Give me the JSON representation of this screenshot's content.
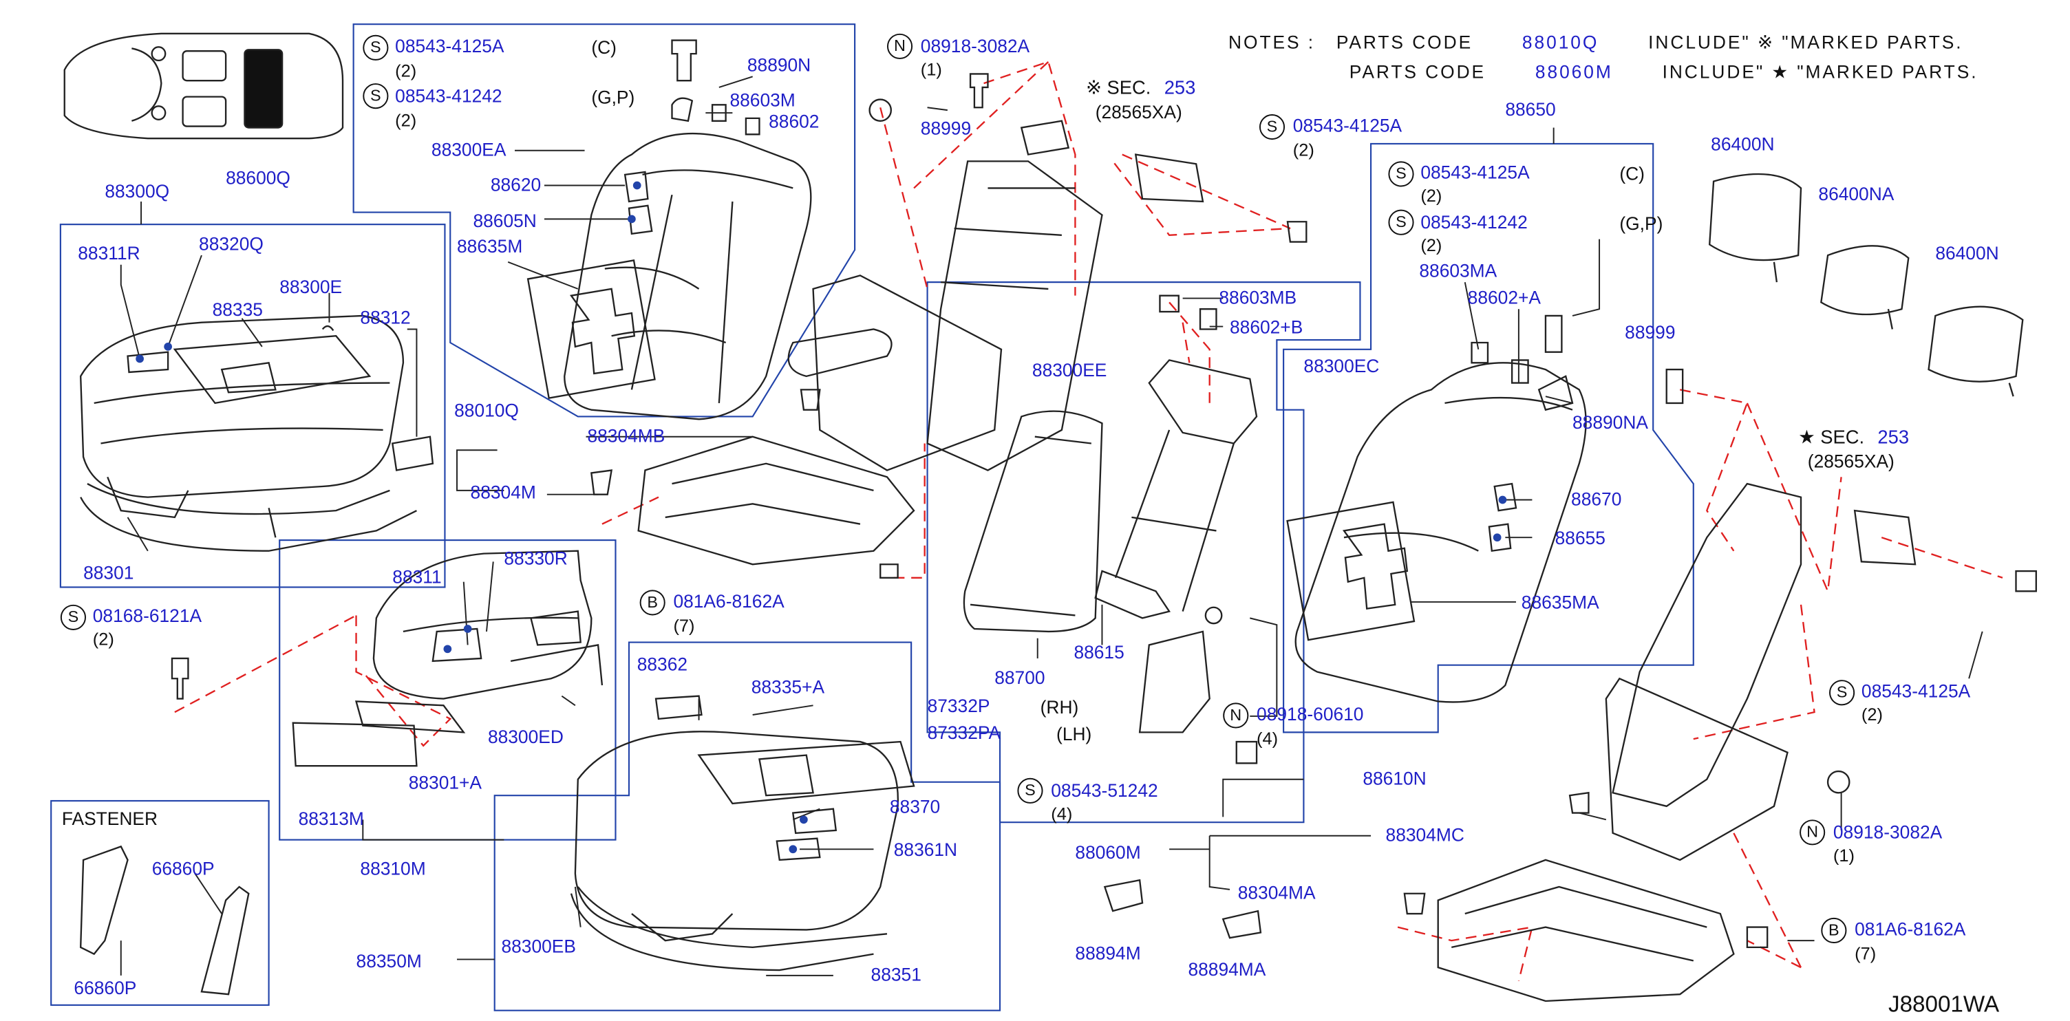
{
  "figure_code": "J88001WA",
  "notes": {
    "prefix": "NOTES :",
    "line1_text": "PARTS CODE",
    "line1_code": "88010Q",
    "line1_rest": "INCLUDE\" ※ \"MARKED PARTS.",
    "line2_text": "PARTS CODE",
    "line2_code": "88060M",
    "line2_rest": "INCLUDE\" ★ \"MARKED PARTS."
  },
  "sections": [
    {
      "mark": "※",
      "label": "SEC.",
      "num": "253",
      "sub": "(28565XA)"
    },
    {
      "mark": "★",
      "label": "SEC.",
      "num": "253",
      "sub": "(28565XA)"
    }
  ],
  "fastener_title": "FASTENER",
  "parts": [
    "88600Q",
    "88300Q",
    "88311R",
    "88320Q",
    "88335",
    "88300E",
    "88312",
    "88301",
    "88010Q",
    "88304MB",
    "88304M",
    "88300EA",
    "88620",
    "88605N",
    "88635M",
    "88890N",
    "88603M",
    "88602",
    "88999",
    "88330R",
    "88311",
    "88300ED",
    "88301+A",
    "88313M",
    "88310M",
    "88362",
    "88335+A",
    "88370",
    "88361N",
    "88300EB",
    "88351",
    "88350M",
    "66860P",
    "66860P",
    "88300EE",
    "88700",
    "88603MB",
    "88602+B",
    "88615",
    "87332P",
    "87332PA",
    "88610N",
    "88060M",
    "88304MC",
    "88304MA",
    "88894M",
    "88894MA",
    "88650",
    "88603MA",
    "88602+A",
    "88300EC",
    "88890NA",
    "88670",
    "88655",
    "88635MA",
    "86400N",
    "86400NA",
    "86400N",
    "88999"
  ],
  "fasteners": [
    {
      "type": "S",
      "code": "08543-4125A",
      "qty": "(2)",
      "note": "(C)"
    },
    {
      "type": "S",
      "code": "08543-41242",
      "qty": "(2)",
      "note": "(G,P)"
    },
    {
      "type": "N",
      "code": "08918-3082A",
      "qty": "(1)"
    },
    {
      "type": "S",
      "code": "08543-4125A",
      "qty": "(2)"
    },
    {
      "type": "S",
      "code": "08168-6121A",
      "qty": "(2)"
    },
    {
      "type": "B",
      "code": "081A6-8162A",
      "qty": "(7)"
    },
    {
      "type": "S",
      "code": "08543-4125A",
      "qty": "(2)",
      "note": "(C)"
    },
    {
      "type": "S",
      "code": "08543-41242",
      "qty": "(2)",
      "note": "(G,P)"
    },
    {
      "type": "N",
      "code": "08918-60610",
      "qty": "(4)"
    },
    {
      "type": "S",
      "code": "08543-51242",
      "qty": "(4)"
    },
    {
      "type": "S",
      "code": "08543-4125A",
      "qty": "(2)"
    },
    {
      "type": "N",
      "code": "08918-3082A",
      "qty": "(1)"
    },
    {
      "type": "B",
      "code": "081A6-8162A",
      "qty": "(7)"
    }
  ],
  "side_labels": {
    "rh": "(RH)",
    "lh": "(LH)"
  }
}
